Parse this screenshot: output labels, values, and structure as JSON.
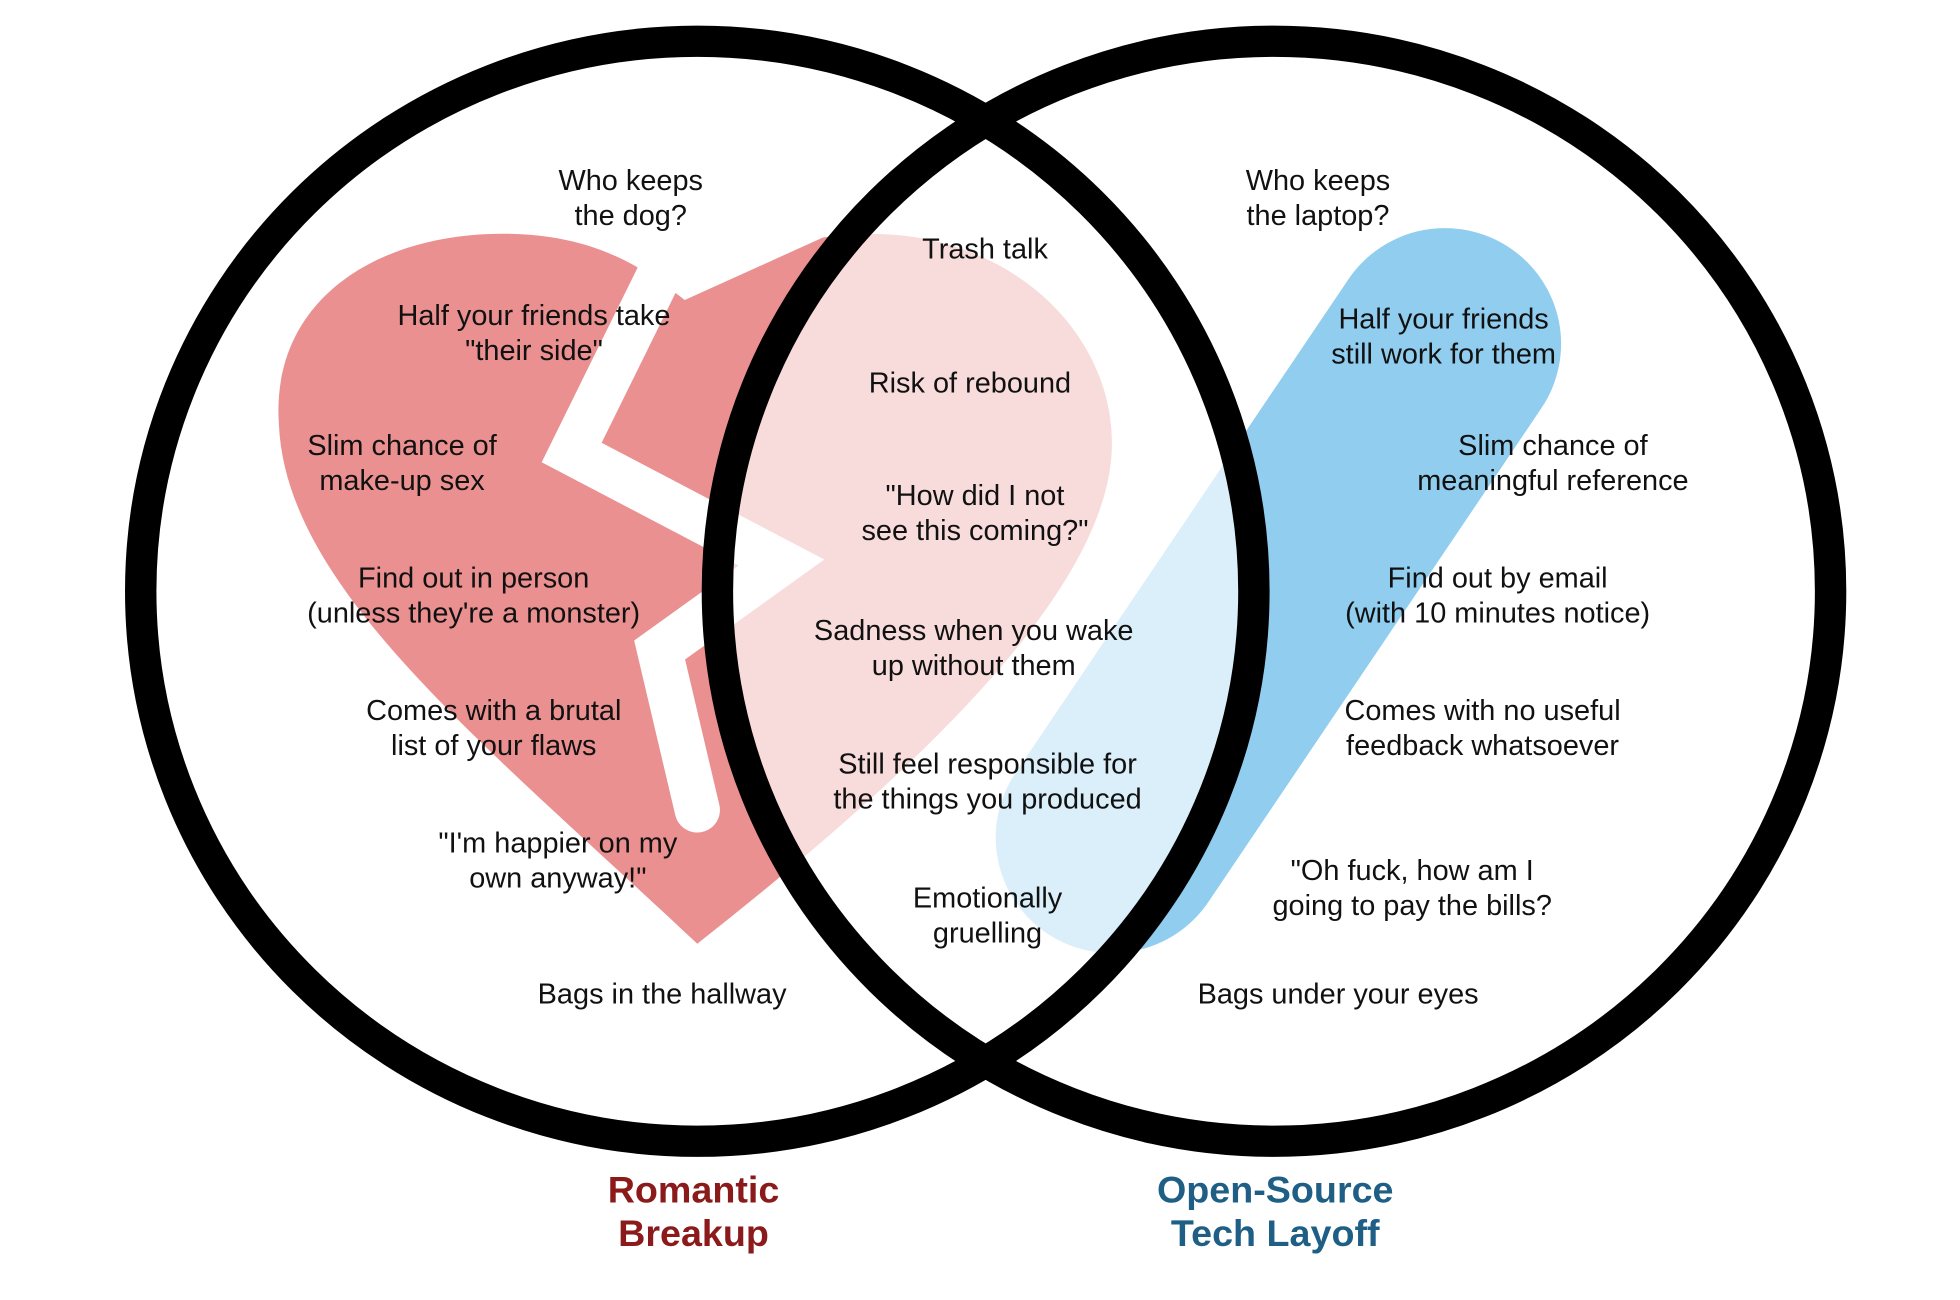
{
  "colors": {
    "heart": "#EA9090",
    "pill": "#90CDEE",
    "circle": "#000000",
    "left_label": "#8B1A1A",
    "right_label": "#1F5F85"
  },
  "left_label": [
    "Romantic",
    "Breakup"
  ],
  "right_label": [
    "Open-Source",
    "Tech Layoff"
  ],
  "left_items": [
    [
      "Who keeps",
      "the dog?"
    ],
    [
      "Half your friends take",
      "\"their side\""
    ],
    [
      "Slim chance of",
      "make-up sex"
    ],
    [
      "Find out in person",
      "(unless they're a monster)"
    ],
    [
      "Comes with a brutal",
      "list of your flaws"
    ],
    [
      "\"I'm happier on my",
      "own anyway!\""
    ],
    [
      "Bags in the hallway"
    ]
  ],
  "shared_items": [
    [
      "Trash talk"
    ],
    [
      "Risk of rebound"
    ],
    [
      "\"How did I not",
      "see this coming?\""
    ],
    [
      "Sadness when you wake",
      "up without them"
    ],
    [
      "Still feel responsible for",
      "the things you produced"
    ],
    [
      "Emotionally",
      "gruelling"
    ]
  ],
  "right_items": [
    [
      "Who keeps",
      "the laptop?"
    ],
    [
      "Half your friends",
      "still work for them"
    ],
    [
      "Slim chance of",
      "meaningful reference"
    ],
    [
      "Find out by email",
      "(with 10 minutes notice)"
    ],
    [
      "Comes with no useful",
      "feedback whatsoever"
    ],
    [
      "\"Oh fuck, how am I",
      "going to pay the bills?"
    ],
    [
      "Bags under your eyes"
    ]
  ]
}
